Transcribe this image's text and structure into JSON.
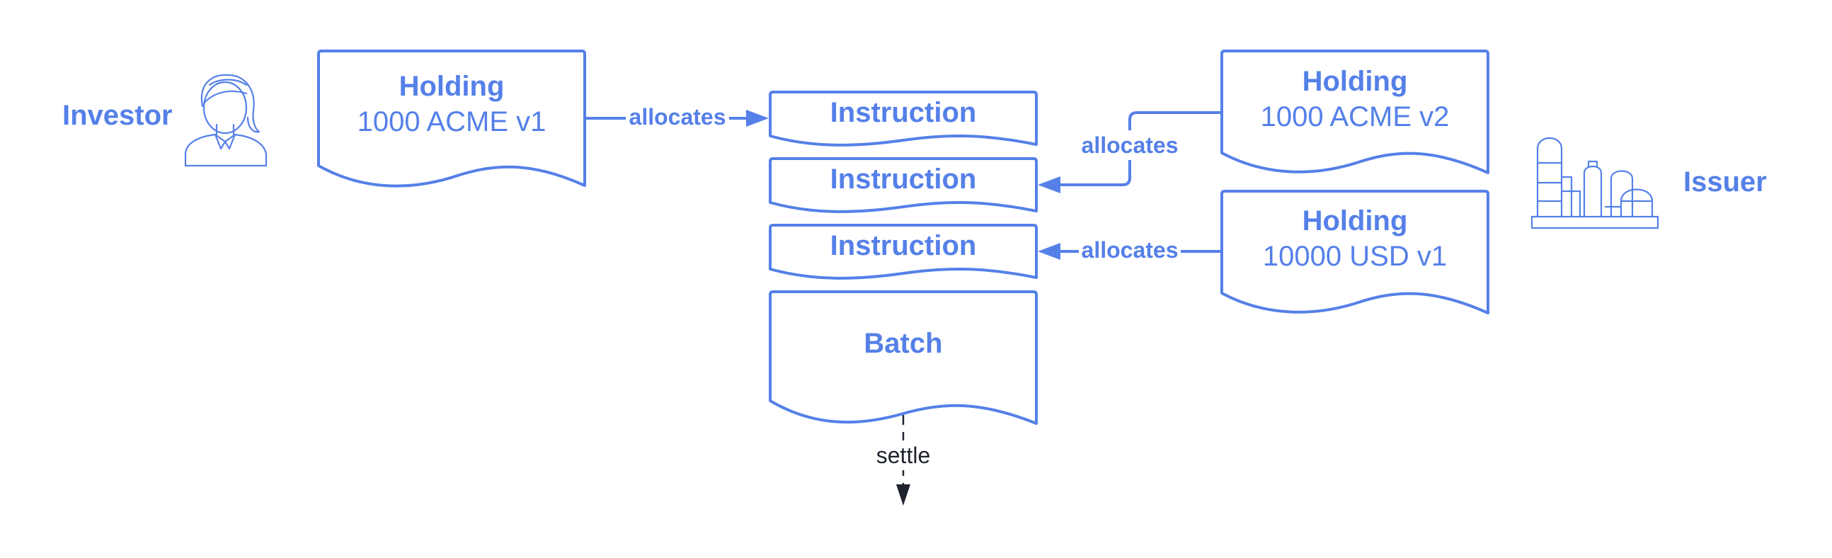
{
  "actors": {
    "investor": {
      "label": "Investor",
      "icon": "investor-person-icon"
    },
    "issuer": {
      "label": "Issuer",
      "icon": "issuer-factory-icon"
    }
  },
  "holdings": [
    {
      "title": "Holding",
      "value": "1000 ACME v1",
      "owner": "investor"
    },
    {
      "title": "Holding",
      "value": "1000 ACME v2",
      "owner": "issuer"
    },
    {
      "title": "Holding",
      "value": "10000 USD v1",
      "owner": "issuer"
    }
  ],
  "instructions": [
    {
      "label": "Instruction"
    },
    {
      "label": "Instruction"
    },
    {
      "label": "Instruction"
    }
  ],
  "batch": {
    "label": "Batch"
  },
  "edges": [
    {
      "label": "allocates",
      "from": "holding-1000-acme-v1",
      "to": "instruction-1"
    },
    {
      "label": "allocates",
      "from": "holding-1000-acme-v2",
      "to": "instruction-2"
    },
    {
      "label": "allocates",
      "from": "holding-10000-usd-v1",
      "to": "instruction-3"
    }
  ],
  "settle": {
    "label": "settle"
  },
  "colors": {
    "accent": "#5580e8",
    "settle": "#1f2330",
    "background": "#ffffff"
  }
}
